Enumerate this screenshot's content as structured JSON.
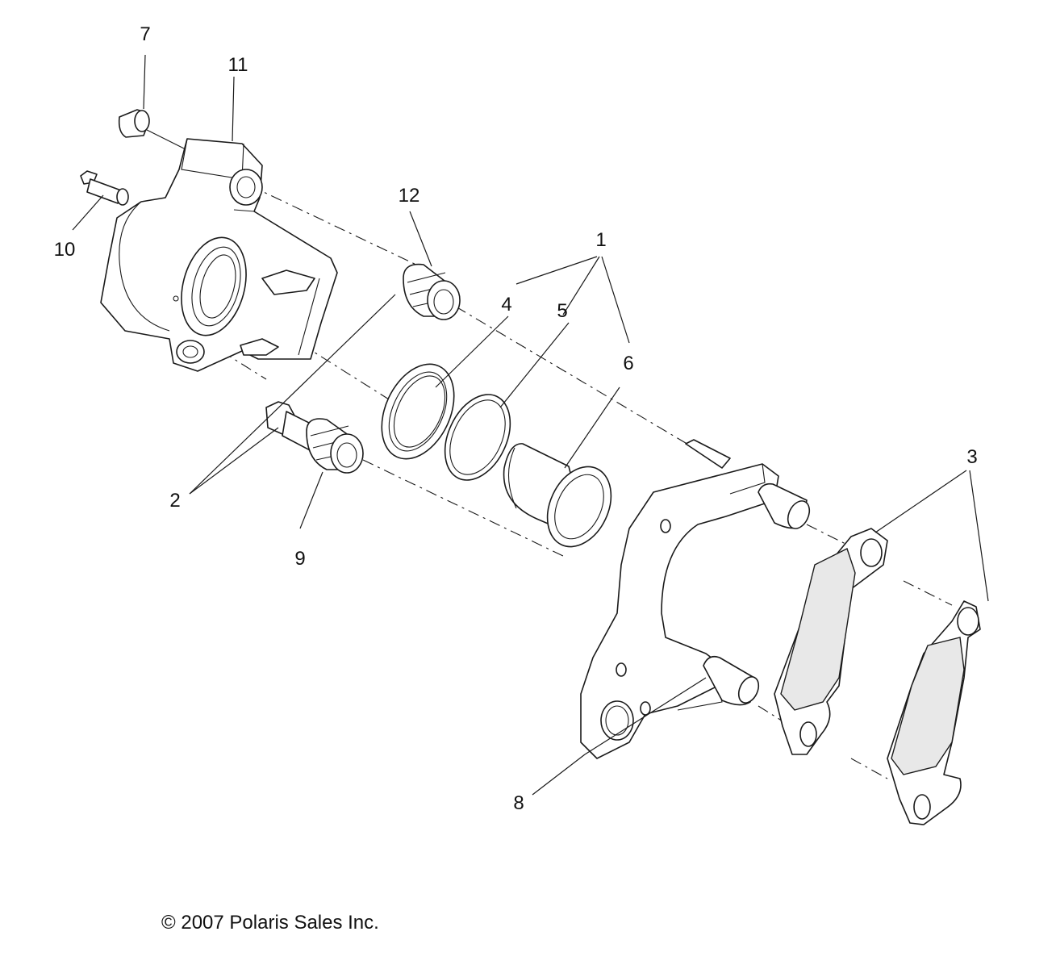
{
  "callouts": [
    {
      "id": "c1",
      "label": "1"
    },
    {
      "id": "c2",
      "label": "2"
    },
    {
      "id": "c3",
      "label": "3"
    },
    {
      "id": "c4",
      "label": "4"
    },
    {
      "id": "c5",
      "label": "5"
    },
    {
      "id": "c6",
      "label": "6"
    },
    {
      "id": "c7",
      "label": "7"
    },
    {
      "id": "c8",
      "label": "8"
    },
    {
      "id": "c9",
      "label": "9"
    },
    {
      "id": "c10",
      "label": "10"
    },
    {
      "id": "c11",
      "label": "11"
    },
    {
      "id": "c12",
      "label": "12"
    }
  ],
  "footer": {
    "copyright": "© 2007 Polaris Sales Inc."
  }
}
